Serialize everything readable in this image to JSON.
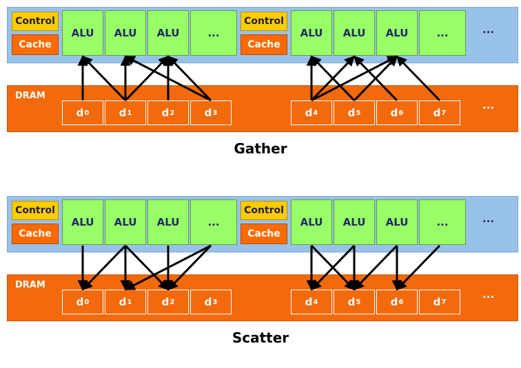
{
  "labels": {
    "control": "Control",
    "cache": "Cache",
    "alu": "ALU",
    "ellipsis": "...",
    "dram": "DRAM"
  },
  "dram_cells": [
    {
      "base": "d",
      "sub": "0"
    },
    {
      "base": "d",
      "sub": "1"
    },
    {
      "base": "d",
      "sub": "2"
    },
    {
      "base": "d",
      "sub": "3"
    },
    {
      "base": "d",
      "sub": "4"
    },
    {
      "base": "d",
      "sub": "5"
    },
    {
      "base": "d",
      "sub": "6"
    },
    {
      "base": "d",
      "sub": "7"
    }
  ],
  "panels": [
    {
      "caption": "Gather",
      "direction": "dram-to-alu",
      "connections": [
        [
          0,
          0
        ],
        [
          1,
          0
        ],
        [
          1,
          1
        ],
        [
          1,
          2
        ],
        [
          2,
          2
        ],
        [
          3,
          1
        ],
        [
          3,
          2
        ],
        [
          4,
          4
        ],
        [
          4,
          5
        ],
        [
          4,
          6
        ],
        [
          5,
          4
        ],
        [
          5,
          6
        ],
        [
          6,
          5
        ],
        [
          7,
          6
        ]
      ]
    },
    {
      "caption": "Scatter",
      "direction": "alu-to-dram",
      "connections": [
        [
          0,
          0
        ],
        [
          0,
          1
        ],
        [
          1,
          1
        ],
        [
          1,
          3
        ],
        [
          2,
          1
        ],
        [
          2,
          2
        ],
        [
          2,
          3
        ],
        [
          4,
          4
        ],
        [
          4,
          5
        ],
        [
          5,
          4
        ],
        [
          5,
          5
        ],
        [
          5,
          6
        ],
        [
          6,
          6
        ],
        [
          6,
          7
        ]
      ]
    }
  ],
  "colors": {
    "gpu_bar": "#99c2ea",
    "dram_bar": "#f26a0c",
    "control": "#ffcc00",
    "cache": "#ff6a00",
    "alu": "#99ff66"
  }
}
